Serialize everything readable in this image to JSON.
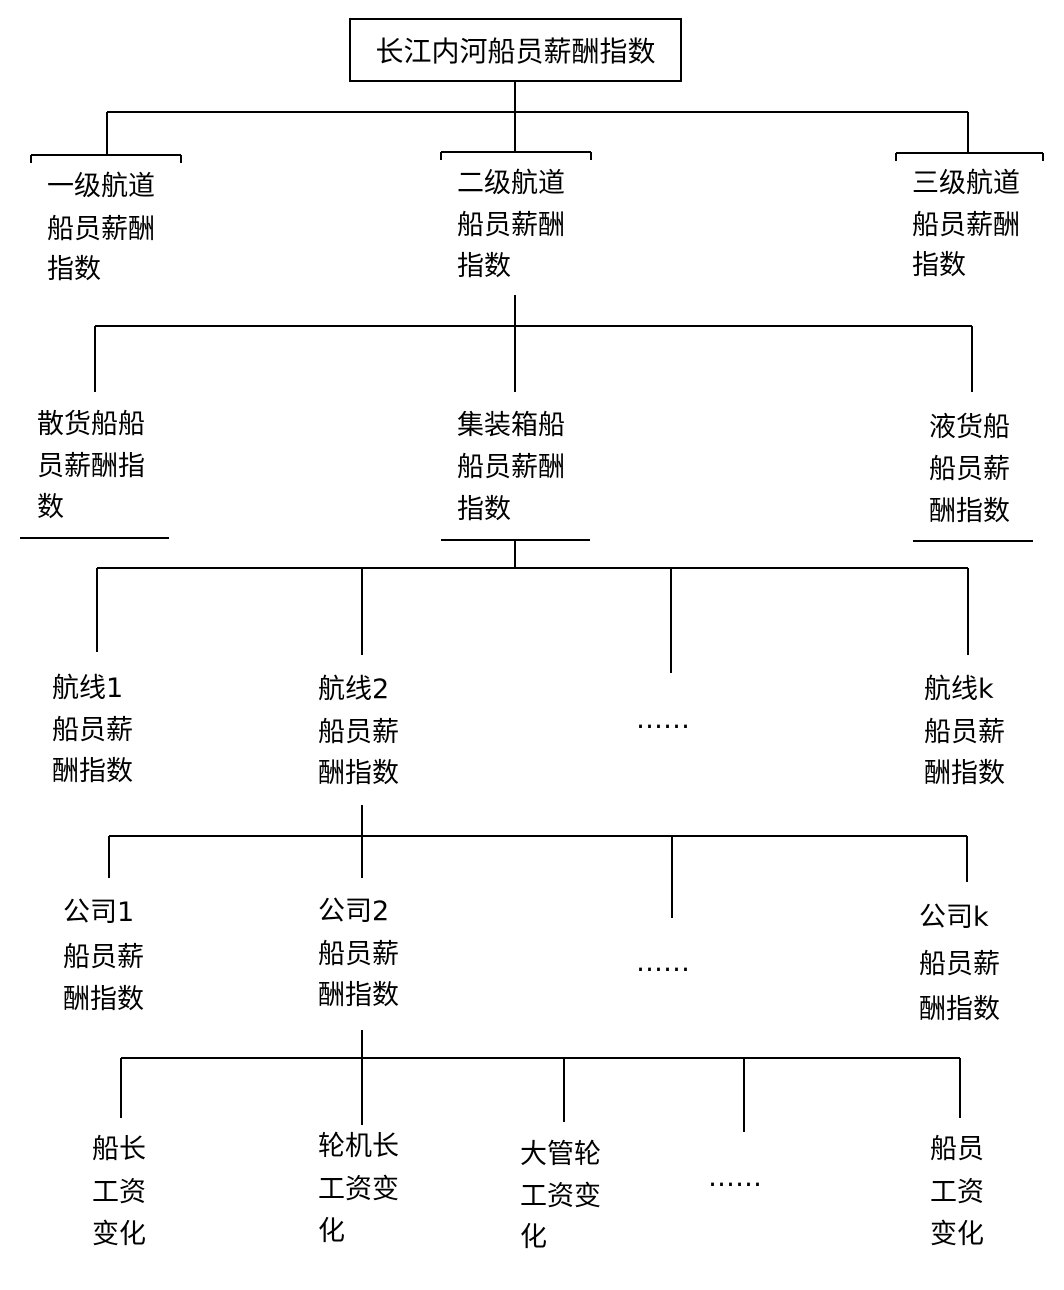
{
  "root": "长江内河船员薪酬指数",
  "level1": [
    [
      "一级航道",
      "船员薪酬",
      "指数"
    ],
    [
      "二级航道",
      "船员薪酬",
      "指数"
    ],
    [
      "三级航道",
      "船员薪酬",
      "指数"
    ]
  ],
  "level2": [
    [
      "散货船船",
      "员薪酬指",
      "数"
    ],
    [
      "集装箱船",
      "船员薪酬",
      "指数"
    ],
    [
      "液货船",
      "船员薪",
      "酬指数"
    ]
  ],
  "level3": [
    [
      "航线1",
      "船员薪",
      "酬指数"
    ],
    [
      "航线2",
      "船员薪",
      "酬指数"
    ],
    [
      "航线k",
      "船员薪",
      "酬指数"
    ]
  ],
  "level3_ellipsis": "……",
  "level4": [
    [
      "公司1",
      "船员薪",
      "酬指数"
    ],
    [
      "公司2",
      "船员薪",
      "酬指数"
    ],
    [
      "公司k",
      "船员薪",
      "酬指数"
    ]
  ],
  "level4_ellipsis": "……",
  "level5": [
    [
      "船长",
      "工资",
      "变化"
    ],
    [
      "轮机长",
      "工资变",
      "化"
    ],
    [
      "大管轮",
      "工资变",
      "化"
    ],
    [
      "船员",
      "工资",
      "变化"
    ]
  ],
  "level5_ellipsis": "……"
}
